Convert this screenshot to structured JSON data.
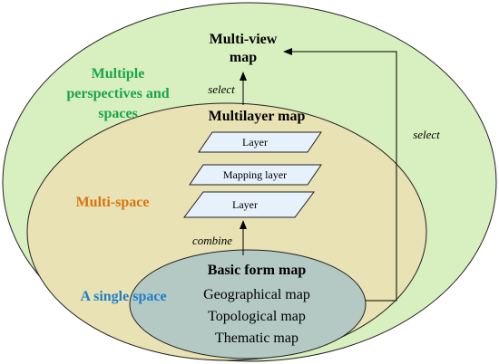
{
  "title": [
    "Multi-view",
    "map"
  ],
  "outer": {
    "label": [
      "Multiple",
      "perspectives and",
      "spaces"
    ],
    "label_color": "#1aa54a",
    "fill": "#d8efbf"
  },
  "middle": {
    "label": "Multi-space",
    "label_color": "#d9730d",
    "fill": "#e8e2b4",
    "heading": "Multilayer map"
  },
  "inner": {
    "label": "A single space",
    "label_color": "#1f7fc4",
    "fill": "#b4c9c4",
    "heading": "Basic form map",
    "items": [
      "Geographical map",
      "Topological map",
      "Thematic map"
    ]
  },
  "layers": [
    "Layer",
    "Mapping layer",
    "Layer"
  ],
  "layer_fill": "#e6f1fb",
  "arrows": {
    "select_left": "select",
    "select_right": "select",
    "combine": "combine"
  }
}
